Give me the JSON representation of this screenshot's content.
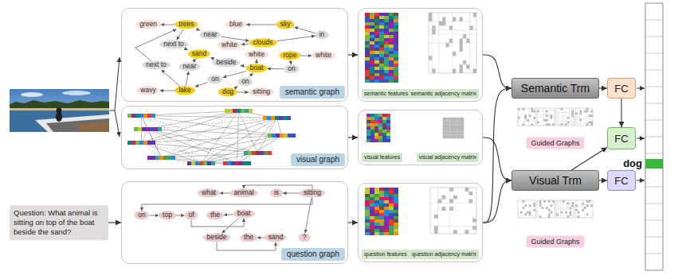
{
  "diagram": {
    "nodes": [
      {
        "text": [
          "semantic graph"
        ]
      },
      {
        "text": [
          "green"
        ],
        "in": 0
      },
      {
        "text": [
          "trees"
        ],
        "in": 0
      },
      {
        "text": [
          "blue"
        ],
        "in": 0
      },
      {
        "text": [
          "sky"
        ],
        "in": 0
      },
      {
        "text": [
          "in"
        ],
        "in": 0
      },
      {
        "text": [
          "next to"
        ],
        "in": 0
      },
      {
        "text": [
          "near"
        ],
        "in": 0
      },
      {
        "text": [
          "white"
        ],
        "in": 0
      },
      {
        "text": [
          "clouds"
        ],
        "in": 0
      },
      {
        "text": [
          "rope"
        ],
        "in": 0
      },
      {
        "text": [
          "white"
        ],
        "in": 0
      },
      {
        "text": [
          "sand"
        ],
        "in": 0
      },
      {
        "text": [
          "on"
        ],
        "in": 0
      },
      {
        "text": [
          "next to"
        ],
        "in": 0
      },
      {
        "text": [
          "near"
        ],
        "in": 0
      },
      {
        "text": [
          "beside"
        ],
        "in": 0
      },
      {
        "text": [
          "boat"
        ],
        "in": 0
      },
      {
        "text": [
          "white"
        ],
        "in": 0
      },
      {
        "text": [
          "on"
        ],
        "in": 0
      },
      {
        "text": [
          "on"
        ],
        "in": 0
      },
      {
        "text": [
          "wavy"
        ],
        "in": 0
      },
      {
        "text": [
          "lake"
        ],
        "in": 0
      },
      {
        "text": [
          "dog"
        ],
        "in": 0
      },
      {
        "text": [
          "sitting"
        ],
        "in": 0
      },
      {
        "text": [
          "visual graph"
        ]
      },
      {
        "text": [
          "Question: What animal is sitting on top of the boat beside the sand?"
        ]
      },
      {
        "text": [
          "question graph"
        ]
      },
      {
        "text": [
          "what"
        ],
        "in": 27
      },
      {
        "text": [
          "animal"
        ],
        "in": 27
      },
      {
        "text": [
          "is"
        ],
        "in": 27
      },
      {
        "text": [
          "sitting"
        ],
        "in": 27
      },
      {
        "text": [
          "on"
        ],
        "in": 27
      },
      {
        "text": [
          "top"
        ],
        "in": 27
      },
      {
        "text": [
          "of"
        ],
        "in": 27
      },
      {
        "text": [
          "the"
        ],
        "in": 27
      },
      {
        "text": [
          "boat"
        ],
        "in": 27
      },
      {
        "text": [
          "beside"
        ],
        "in": 27
      },
      {
        "text": [
          "the"
        ],
        "in": 27
      },
      {
        "text": [
          "sand"
        ],
        "in": 27
      },
      {
        "text": [
          "?"
        ],
        "in": 27
      },
      {
        "text": [
          "semantic features",
          "semantic adjacency matrix"
        ]
      },
      {
        "text": [
          "visual features",
          "visual adjacency matrix"
        ]
      },
      {
        "text": [
          "question features",
          "question adjacency matrix"
        ]
      },
      {
        "text": [
          "Semantic Trm"
        ]
      },
      {
        "text": [
          "FC"
        ]
      },
      {
        "text": [
          "Guided Graphs"
        ]
      },
      {
        "text": [
          "FC"
        ]
      },
      {
        "text": [
          "Visual Trm"
        ]
      },
      {
        "text": [
          "FC"
        ]
      },
      {
        "text": [
          "Guided Graphs"
        ]
      }
    ],
    "edges": [
      {
        "from": 2,
        "to": 1,
        "arrow": "to"
      },
      {
        "from": 4,
        "to": 3,
        "arrow": "to"
      },
      {
        "from": 9,
        "to": 5,
        "arrow": "to"
      },
      {
        "from": 5,
        "to": 4,
        "arrow": "to"
      },
      {
        "from": 9,
        "to": 8,
        "arrow": "to"
      },
      {
        "from": 2,
        "to": 7,
        "arrow": "to"
      },
      {
        "from": 7,
        "to": 9,
        "arrow": "to"
      },
      {
        "from": 2,
        "to": 6,
        "arrow": "to"
      },
      {
        "from": 6,
        "to": 12,
        "arrow": "to"
      },
      {
        "from": 10,
        "to": 11,
        "arrow": "to"
      },
      {
        "from": 10,
        "to": 13,
        "arrow": "to"
      },
      {
        "from": 13,
        "to": 17,
        "arrow": "to"
      },
      {
        "from": 17,
        "to": 18,
        "arrow": "to"
      },
      {
        "from": 17,
        "to": 16,
        "arrow": "to"
      },
      {
        "from": 16,
        "to": 12,
        "arrow": "to"
      },
      {
        "from": 22,
        "to": 14,
        "arrow": "to"
      },
      {
        "from": 14,
        "to": 2,
        "arrow": "to"
      },
      {
        "from": 22,
        "to": 15,
        "arrow": "to"
      },
      {
        "from": 15,
        "to": 12,
        "arrow": "to"
      },
      {
        "from": 22,
        "to": 21,
        "arrow": "to"
      },
      {
        "from": 23,
        "to": 20,
        "arrow": "to"
      },
      {
        "from": 20,
        "to": 17,
        "arrow": "to"
      },
      {
        "from": 23,
        "to": 24,
        "arrow": "to"
      },
      {
        "from": 17,
        "to": 19,
        "arrow": "to"
      },
      {
        "from": 19,
        "to": 22,
        "arrow": "to"
      },
      {
        "from": 31,
        "to": 29,
        "arrow": "to"
      },
      {
        "from": 29,
        "to": 28,
        "arrow": "to"
      },
      {
        "from": 31,
        "to": 30,
        "arrow": "to"
      },
      {
        "from": 31,
        "to": 32,
        "arrow": "to"
      },
      {
        "from": 32,
        "to": 33,
        "arrow": "to"
      },
      {
        "from": 33,
        "to": 34,
        "arrow": "to"
      },
      {
        "from": 34,
        "to": 36,
        "arrow": "to"
      },
      {
        "from": 36,
        "to": 35,
        "arrow": "to"
      },
      {
        "from": 36,
        "to": 37,
        "arrow": "to"
      },
      {
        "from": 37,
        "to": 39,
        "arrow": "to"
      },
      {
        "from": 39,
        "to": 38,
        "arrow": "to"
      },
      {
        "from": 31,
        "to": 40,
        "arrow": "to"
      },
      {
        "from": 26,
        "to": 27,
        "arrow": "to"
      },
      {
        "from": 0,
        "to": 41,
        "arrow": "to"
      },
      {
        "from": 25,
        "to": 42,
        "arrow": "to"
      },
      {
        "from": 27,
        "to": 43,
        "arrow": "to"
      },
      {
        "from": 41,
        "to": 44,
        "arrow": "to"
      },
      {
        "from": 42,
        "to": 48,
        "arrow": "to"
      },
      {
        "from": 43,
        "to": 44,
        "arrow": "to"
      },
      {
        "from": 43,
        "to": 48,
        "arrow": "to"
      },
      {
        "from": 44,
        "to": 45,
        "arrow": "to"
      },
      {
        "from": 45,
        "to": 47,
        "arrow": "to"
      },
      {
        "from": 48,
        "to": 47,
        "arrow": "to"
      },
      {
        "from": 48,
        "to": 49,
        "arrow": "to"
      }
    ],
    "labels": [
      "dog"
    ]
  }
}
